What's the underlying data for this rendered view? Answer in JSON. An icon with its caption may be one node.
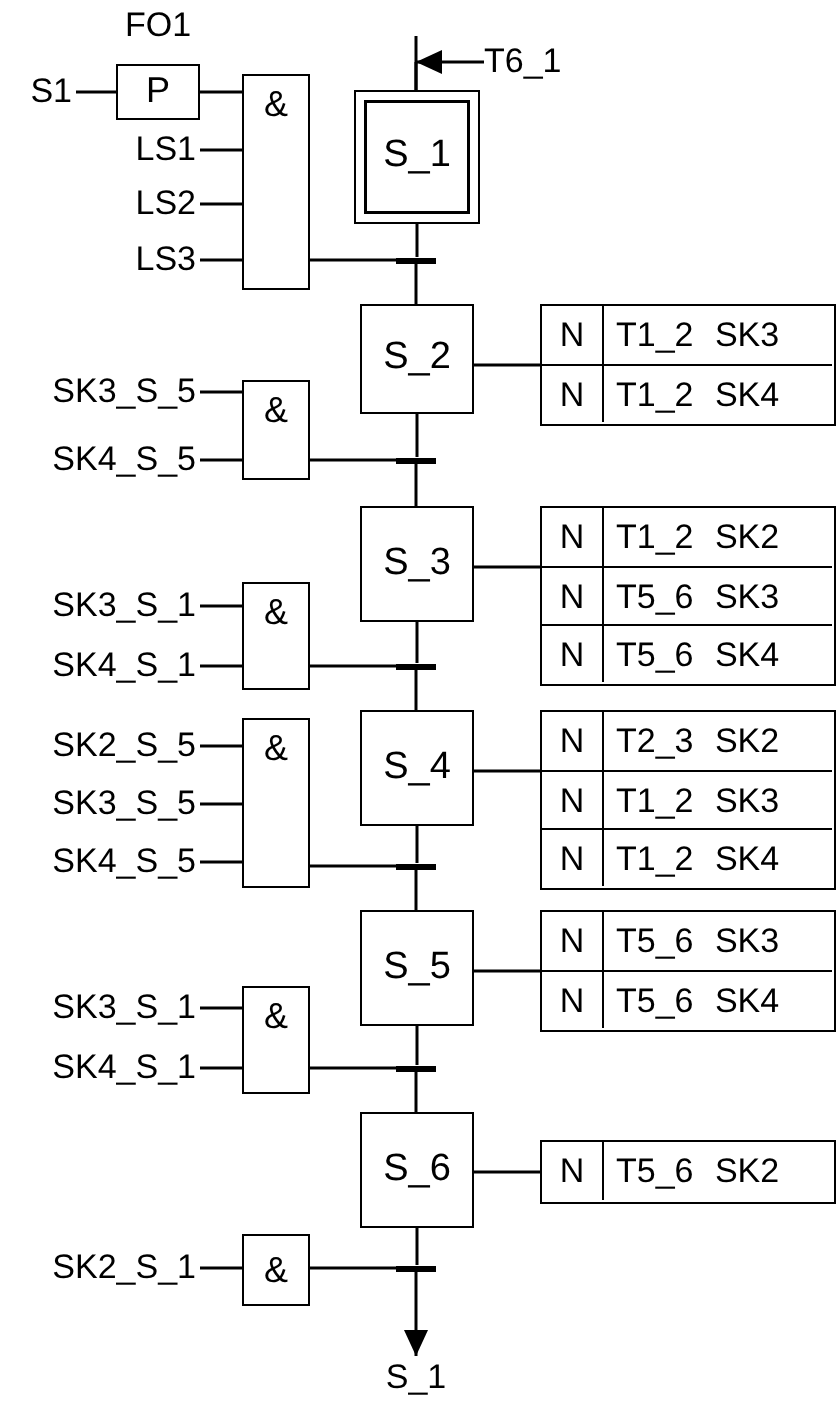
{
  "diagram": {
    "nodes": [
      {
        "text": [
          "S1"
        ]
      },
      {
        "text": [
          "P"
        ],
        "beside": [
          "FO1"
        ]
      },
      {
        "text": [
          "&"
        ]
      },
      {
        "text": [
          "LS1"
        ]
      },
      {
        "text": [
          "LS2"
        ]
      },
      {
        "text": [
          "LS3"
        ]
      },
      {
        "text": [
          "T6_1"
        ]
      },
      {
        "text": [
          "S_1"
        ]
      },
      {
        "text": [],
        "shape": "bar"
      },
      {
        "text": [
          "S_2"
        ]
      },
      {
        "text": [],
        "shape": "box"
      },
      {
        "text": [
          "N",
          "T1_2 SK3"
        ],
        "in": 10
      },
      {
        "text": [
          "N",
          "T1_2 SK4"
        ],
        "in": 10
      },
      {
        "text": [
          "SK3_S_5"
        ]
      },
      {
        "text": [
          "SK4_S_5"
        ]
      },
      {
        "text": [
          "&"
        ]
      },
      {
        "text": [],
        "shape": "bar"
      },
      {
        "text": [
          "S_3"
        ]
      },
      {
        "text": [],
        "shape": "box"
      },
      {
        "text": [
          "N",
          "T1_2 SK2"
        ],
        "in": 18
      },
      {
        "text": [
          "N",
          "T5_6 SK3"
        ],
        "in": 18
      },
      {
        "text": [
          "N",
          "T5_6 SK4"
        ],
        "in": 18
      },
      {
        "text": [
          "SK3_S_1"
        ]
      },
      {
        "text": [
          "SK4_S_1"
        ]
      },
      {
        "text": [
          "&"
        ]
      },
      {
        "text": [],
        "shape": "bar"
      },
      {
        "text": [
          "S_4"
        ]
      },
      {
        "text": [],
        "shape": "box"
      },
      {
        "text": [
          "N",
          "T2_3 SK2"
        ],
        "in": 27
      },
      {
        "text": [
          "N",
          "T1_2 SK3"
        ],
        "in": 27
      },
      {
        "text": [
          "N",
          "T1_2 SK4"
        ],
        "in": 27
      },
      {
        "text": [
          "SK2_S_5"
        ]
      },
      {
        "text": [
          "SK3_S_5"
        ]
      },
      {
        "text": [
          "SK4_S_5"
        ]
      },
      {
        "text": [
          "&"
        ]
      },
      {
        "text": [],
        "shape": "bar"
      },
      {
        "text": [
          "S_5"
        ]
      },
      {
        "text": [],
        "shape": "box"
      },
      {
        "text": [
          "N",
          "T5_6 SK3"
        ],
        "in": 37
      },
      {
        "text": [
          "N",
          "T5_6 SK4"
        ],
        "in": 37
      },
      {
        "text": [
          "SK3_S_1"
        ]
      },
      {
        "text": [
          "SK4_S_1"
        ]
      },
      {
        "text": [
          "&"
        ]
      },
      {
        "text": [],
        "shape": "bar"
      },
      {
        "text": [
          "S_6"
        ]
      },
      {
        "text": [],
        "shape": "box"
      },
      {
        "text": [
          "N",
          "T5_6 SK2"
        ],
        "in": 45
      },
      {
        "text": [
          "SK2_S_1"
        ]
      },
      {
        "text": [
          "&"
        ]
      },
      {
        "text": [],
        "shape": "bar"
      },
      {
        "text": [
          "S_1"
        ]
      }
    ],
    "edges": [
      {
        "from": 0,
        "to": 1,
        "arrow": "none"
      },
      {
        "from": 1,
        "to": 2,
        "arrow": "none"
      },
      {
        "from": 3,
        "to": 2,
        "arrow": "none"
      },
      {
        "from": 4,
        "to": 2,
        "arrow": "none"
      },
      {
        "from": 5,
        "to": 2,
        "arrow": "none"
      },
      {
        "from": 2,
        "to": 8,
        "arrow": "none"
      },
      {
        "from": 6,
        "to": 7,
        "arrow": "to"
      },
      {
        "from": null,
        "to": 7,
        "arrow": "none"
      },
      {
        "from": 7,
        "to": 8,
        "arrow": "none"
      },
      {
        "from": 8,
        "to": 9,
        "arrow": "none"
      },
      {
        "from": 9,
        "to": 10,
        "arrow": "none"
      },
      {
        "from": 13,
        "to": 15,
        "arrow": "none"
      },
      {
        "from": 14,
        "to": 15,
        "arrow": "none"
      },
      {
        "from": 15,
        "to": 16,
        "arrow": "none"
      },
      {
        "from": 9,
        "to": 16,
        "arrow": "none"
      },
      {
        "from": 16,
        "to": 17,
        "arrow": "none"
      },
      {
        "from": 17,
        "to": 18,
        "arrow": "none"
      },
      {
        "from": 22,
        "to": 24,
        "arrow": "none"
      },
      {
        "from": 23,
        "to": 24,
        "arrow": "none"
      },
      {
        "from": 24,
        "to": 25,
        "arrow": "none"
      },
      {
        "from": 17,
        "to": 25,
        "arrow": "none"
      },
      {
        "from": 25,
        "to": 26,
        "arrow": "none"
      },
      {
        "from": 26,
        "to": 27,
        "arrow": "none"
      },
      {
        "from": 31,
        "to": 34,
        "arrow": "none"
      },
      {
        "from": 32,
        "to": 34,
        "arrow": "none"
      },
      {
        "from": 33,
        "to": 34,
        "arrow": "none"
      },
      {
        "from": 34,
        "to": 35,
        "arrow": "none"
      },
      {
        "from": 26,
        "to": 35,
        "arrow": "none"
      },
      {
        "from": 35,
        "to": 36,
        "arrow": "none"
      },
      {
        "from": 36,
        "to": 37,
        "arrow": "none"
      },
      {
        "from": 40,
        "to": 42,
        "arrow": "none"
      },
      {
        "from": 41,
        "to": 42,
        "arrow": "none"
      },
      {
        "from": 42,
        "to": 43,
        "arrow": "none"
      },
      {
        "from": 36,
        "to": 43,
        "arrow": "none"
      },
      {
        "from": 43,
        "to": 44,
        "arrow": "none"
      },
      {
        "from": 44,
        "to": 45,
        "arrow": "none"
      },
      {
        "from": 47,
        "to": 48,
        "arrow": "none"
      },
      {
        "from": 48,
        "to": 49,
        "arrow": "none"
      },
      {
        "from": 44,
        "to": 49,
        "arrow": "none"
      },
      {
        "from": 49,
        "to": 50,
        "arrow": "to"
      }
    ]
  }
}
